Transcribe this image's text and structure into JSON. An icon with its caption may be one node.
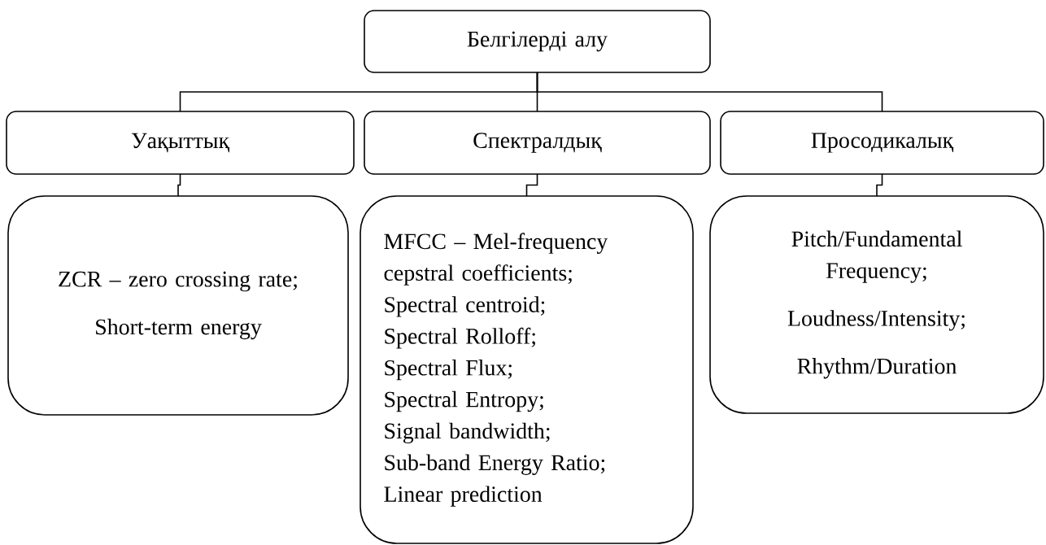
{
  "diagram": {
    "nodes": [
      {
        "text": [
          "Белгілерді алу"
        ]
      },
      {
        "text": [
          "Уақыттық"
        ]
      },
      {
        "text": [
          "Спектралдық"
        ]
      },
      {
        "text": [
          "Просодикалық"
        ]
      },
      {
        "text": [
          "ZCR – zero crossing rate;",
          "Short-term energy"
        ]
      },
      {
        "text": [
          "MFCC – Mel-frequency cepstral coefficients;",
          "Spectral centroid;",
          "Spectral Rolloff;",
          "Spectral Flux;",
          "Spectral Entropy;",
          "Signal bandwidth;",
          "Sub-band Energy Ratio;",
          "Linear prediction"
        ]
      },
      {
        "text": [
          "Pitch/Fundamental Frequency;",
          "Loudness/Intensity;",
          "Rhythm/Duration"
        ]
      }
    ],
    "edges": [
      {
        "from": 0,
        "to": 1,
        "arrow": "none"
      },
      {
        "from": 0,
        "to": 2,
        "arrow": "none"
      },
      {
        "from": 0,
        "to": 3,
        "arrow": "none"
      },
      {
        "from": 1,
        "to": 4,
        "arrow": "none"
      },
      {
        "from": 2,
        "to": 5,
        "arrow": "none"
      },
      {
        "from": 3,
        "to": 6,
        "arrow": "none"
      }
    ]
  }
}
